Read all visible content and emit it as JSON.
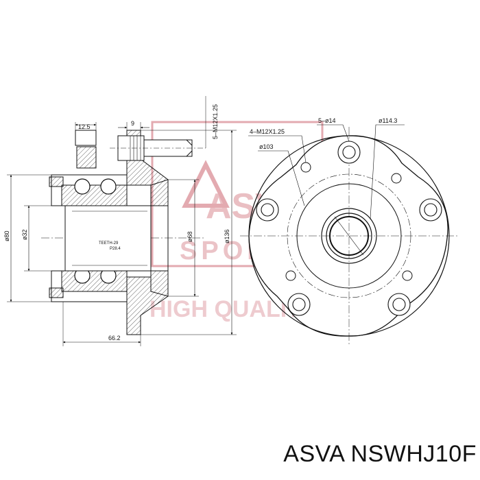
{
  "title": "ASVA NSWHJ10F",
  "watermark": {
    "brand": "ASVA",
    "sub": "SPORT",
    "tagline": "HIGH QUALITY",
    "color": "#e3aab0"
  },
  "side_view": {
    "dims": {
      "flange_thickness": "12.5",
      "stud_offset": "9",
      "stud_thread": "5–M12X1.25",
      "outer_diameter": "ø80",
      "bore_diameter": "ø32",
      "pilot_diameter": "ø68",
      "flange_diameter": "ø136",
      "overall_length": "66.2"
    },
    "teeth_label": "TEETH-29",
    "teeth_sub": "P28.4"
  },
  "front_view": {
    "dims": {
      "holes": "4–M12X1.25",
      "stud_holes": "5–ø14",
      "pcd": "ø114.3",
      "inner_circle": "ø103"
    },
    "stud_count": 5,
    "hole_count": 4
  }
}
